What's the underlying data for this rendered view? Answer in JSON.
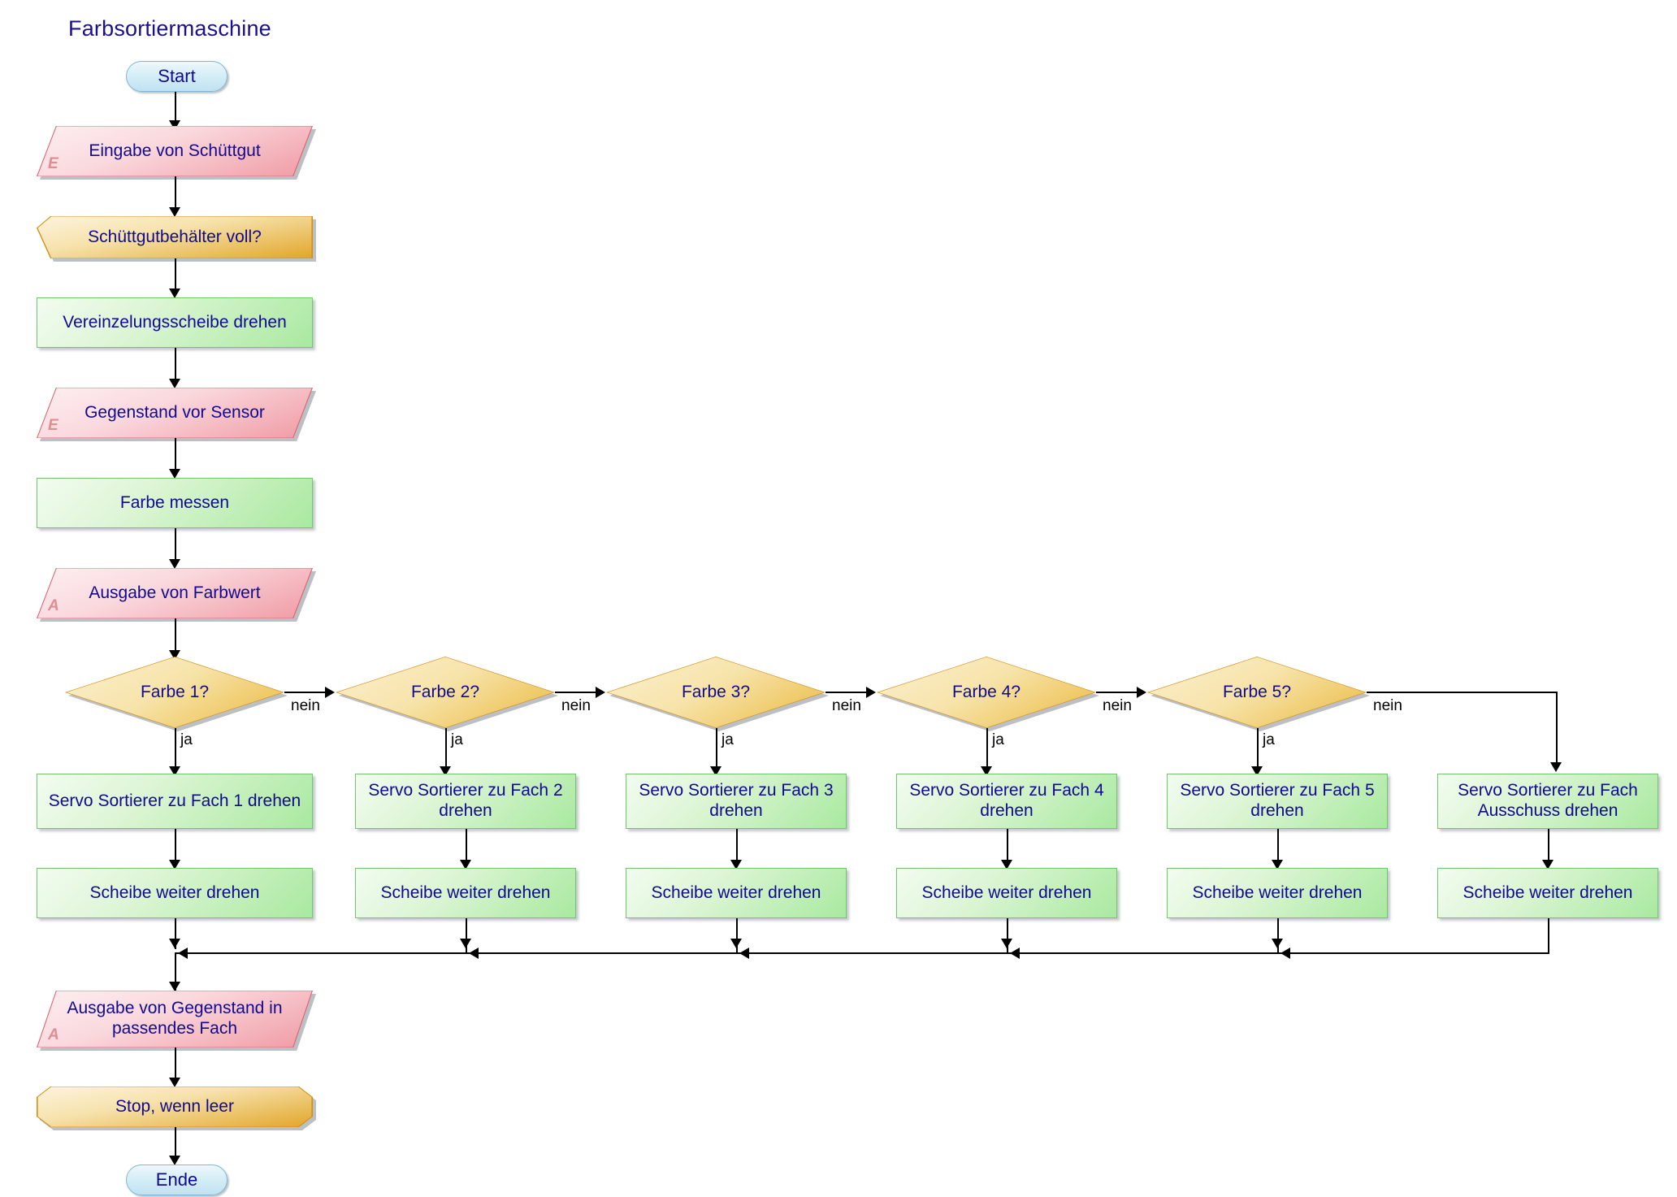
{
  "diagram": {
    "title": "Farbsortiermaschine",
    "language": "de",
    "type": "flowchart"
  },
  "nodes": {
    "start": {
      "label": "Start",
      "shape": "terminator"
    },
    "input_schuettgut": {
      "label": "Eingabe von Schüttgut",
      "shape": "io-parallelogram",
      "mark": "E"
    },
    "wait_behaelter": {
      "label": "Schüttgutbehälter voll?",
      "shape": "wait"
    },
    "proc_vereinzelung": {
      "label": "Vereinzelungsscheibe drehen",
      "shape": "process"
    },
    "input_sensor": {
      "label": "Gegenstand vor Sensor",
      "shape": "io-parallelogram",
      "mark": "E"
    },
    "proc_farbe_messen": {
      "label": "Farbe messen",
      "shape": "process"
    },
    "output_farbwert": {
      "label": "Ausgabe von Farbwert",
      "shape": "io-parallelogram",
      "mark": "A"
    },
    "output_gegenstand": {
      "label": "Ausgabe von Gegenstand in passendes Fach",
      "shape": "io-parallelogram",
      "mark": "A"
    },
    "wait_stop": {
      "label": "Stop, wenn leer",
      "shape": "wait"
    },
    "ende": {
      "label": "Ende",
      "shape": "terminator"
    }
  },
  "decisions": [
    {
      "id": "farbe1",
      "label": "Farbe 1?"
    },
    {
      "id": "farbe2",
      "label": "Farbe 2?"
    },
    {
      "id": "farbe3",
      "label": "Farbe 3?"
    },
    {
      "id": "farbe4",
      "label": "Farbe 4?"
    },
    {
      "id": "farbe5",
      "label": "Farbe 5?"
    }
  ],
  "branches": [
    {
      "id": "b1",
      "servo": "Servo Sortierer zu Fach 1 drehen",
      "scheibe": "Scheibe weiter drehen"
    },
    {
      "id": "b2",
      "servo": "Servo Sortierer zu Fach 2 drehen",
      "scheibe": "Scheibe weiter drehen"
    },
    {
      "id": "b3",
      "servo": "Servo Sortierer zu Fach 3 drehen",
      "scheibe": "Scheibe weiter drehen"
    },
    {
      "id": "b4",
      "servo": "Servo Sortierer zu Fach 4 drehen",
      "scheibe": "Scheibe weiter drehen"
    },
    {
      "id": "b5",
      "servo": "Servo Sortierer zu Fach 5 drehen",
      "scheibe": "Scheibe weiter drehen"
    },
    {
      "id": "b6",
      "servo": "Servo Sortierer zu Fach Ausschuss drehen",
      "scheibe": "Scheibe weiter drehen"
    }
  ],
  "edge_labels": {
    "ja": "ja",
    "nein": "nein"
  },
  "colors": {
    "text": "#110a8f",
    "terminator_fill": "#bfe2f2",
    "terminator_border": "#7fb8d6",
    "process_fill": "#a9e9a0",
    "process_border": "#6fc96a",
    "io_fill": "#f29aa2",
    "io_border": "#d9606c",
    "io_mark": "#e08d92",
    "decision_fill": "#eab93f",
    "decision_border": "#cf8e14",
    "connector": "#000000"
  }
}
